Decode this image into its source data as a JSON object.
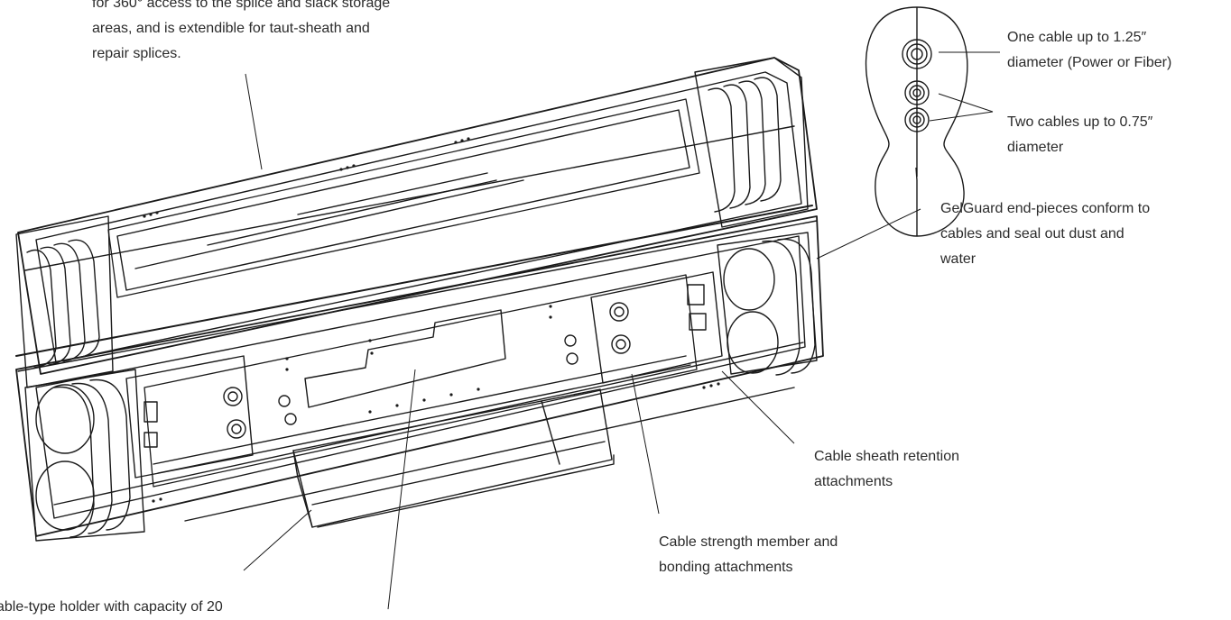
{
  "callouts": {
    "enclosure_text": {
      "lines": [
        "for 360° access to the splice and slack storage",
        "areas, and is extendible for taut-sheath and",
        "repair splices."
      ]
    },
    "one_cable": {
      "lines": [
        "One cable up to 1.25″",
        "diameter (Power or Fiber)"
      ]
    },
    "two_cables": {
      "lines": [
        "Two cables up to 0.75″",
        "diameter"
      ]
    },
    "gelguard": {
      "lines": [
        "GelGuard end-pieces conform to",
        "cables and seal out dust and",
        "water"
      ]
    },
    "sheath_retention": {
      "lines": [
        "Cable sheath retention",
        "attachments"
      ]
    },
    "strength_member": {
      "lines": [
        "Cable strength member and",
        "bonding attachments"
      ]
    },
    "slack_holder": {
      "text": "able-type holder with capacity of 20"
    }
  }
}
